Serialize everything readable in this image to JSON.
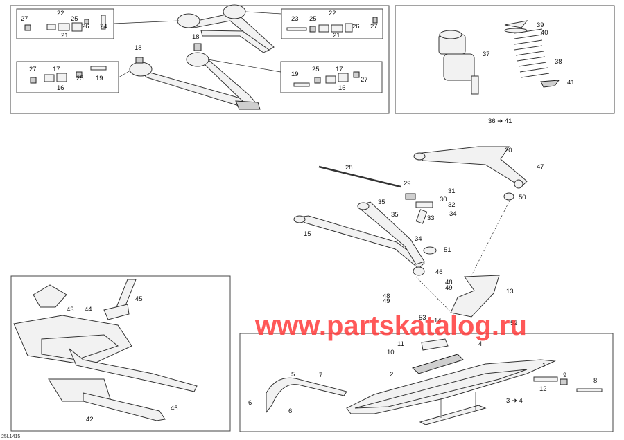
{
  "diagram": {
    "document_id": "25L1415",
    "watermark": "www.partskatalog.ru",
    "reference_note": "36 ➔ 41",
    "ski_reference": "3 ➔ 4",
    "callouts": {
      "tl_box1": [
        "27",
        "22",
        "25",
        "26",
        "24",
        "21"
      ],
      "tl_box2": [
        "23",
        "25",
        "22",
        "26",
        "27",
        "21"
      ],
      "tl_box3": [
        "27",
        "17",
        "25",
        "19",
        "16"
      ],
      "tl_box4": [
        "19",
        "25",
        "17",
        "27",
        "16"
      ],
      "tl_loose": [
        "18",
        "18"
      ],
      "shock": [
        "39",
        "40",
        "37",
        "38",
        "41"
      ],
      "arm": [
        "20",
        "47",
        "28",
        "29",
        "31",
        "30",
        "35",
        "32",
        "35",
        "33",
        "34",
        "50",
        "15",
        "34",
        "51",
        "46",
        "48",
        "49",
        "13",
        "48",
        "49",
        "53",
        "14",
        "52"
      ],
      "ski": [
        "11",
        "4",
        "10",
        "1",
        "2",
        "5",
        "7",
        "9",
        "8",
        "12",
        "6",
        "6"
      ],
      "frame_box": [
        "43",
        "44",
        "45",
        "45",
        "42"
      ]
    }
  }
}
